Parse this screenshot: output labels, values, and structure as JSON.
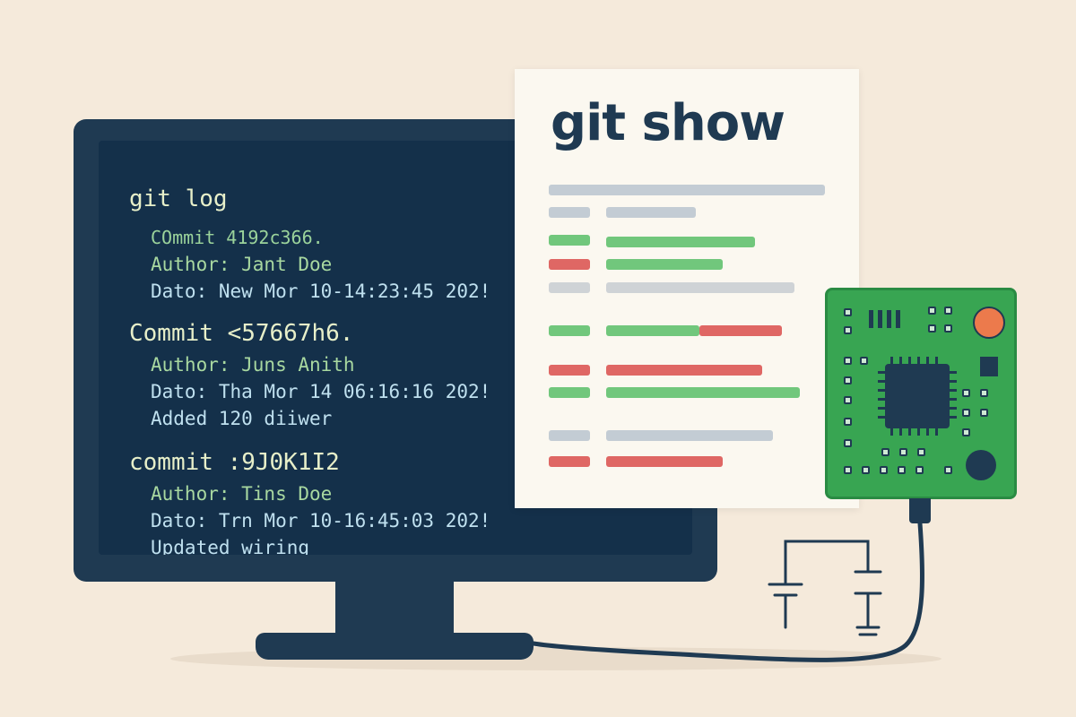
{
  "terminal": {
    "command": "git log",
    "entries": [
      {
        "commit": "COmmit 4192c366.",
        "author": "Author: Jant Doe",
        "date": "Dato: New Mor 10-14:23:45 202!"
      },
      {
        "commit": "Commit <57667h6.",
        "author": "Author: Juns Anith",
        "date": "Dato: Tha Mor 14 06:16:16 202!",
        "message": "Added 120 diiwer"
      },
      {
        "commit": "commit :9J0K1I2",
        "author": "Author: Tins Doe",
        "date": "Dato: Trn Mor 10-16:45:03 202!",
        "message": "Updated wiring"
      }
    ]
  },
  "paper": {
    "title": "git show"
  },
  "colors": {
    "background": "#f5eadb",
    "monitor": "#1f3a52",
    "screen": "#14304a",
    "diff_added": "#71c77c",
    "diff_removed": "#df6764",
    "diff_context": "#c3ccd4",
    "board": "#38a552",
    "led": "#ec7a4c"
  },
  "icons": [
    "monitor-icon",
    "document-icon",
    "circuit-board-icon",
    "cable-icon",
    "capacitor-icon"
  ]
}
